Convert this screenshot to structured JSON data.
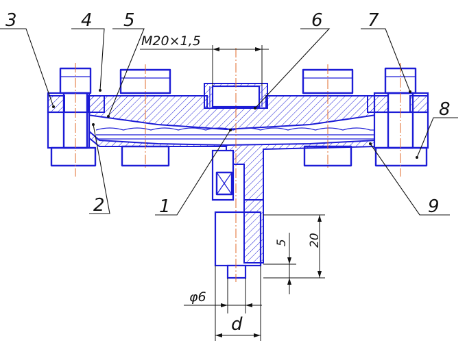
{
  "callouts": [
    "3",
    "4",
    "5",
    "6",
    "7",
    "8",
    "2",
    "1",
    "9"
  ],
  "thread_label": "M20×1,5",
  "dimensions": {
    "dim_5": "5",
    "dim_20": "20",
    "dim_phi6": "φ6",
    "dim_d": "d"
  },
  "colors": {
    "part_outline": "#1c1cd6",
    "center_line": "#e06a2a",
    "annotation": "#111111"
  }
}
